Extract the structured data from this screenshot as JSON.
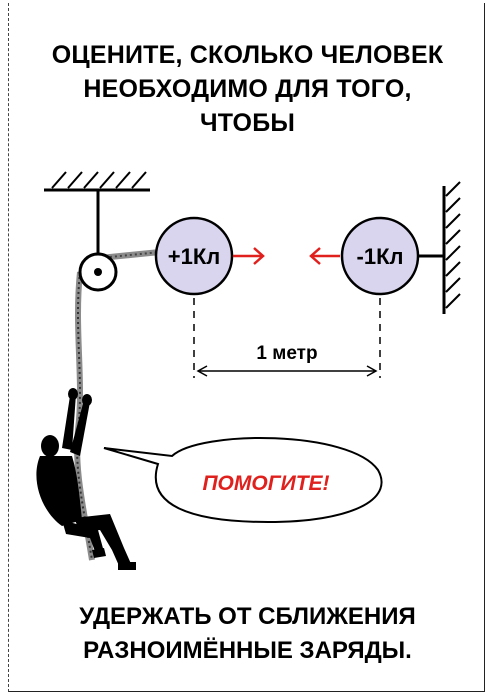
{
  "title": "ОЦЕНИТЕ, СКОЛЬКО ЧЕЛОВЕК\nНЕОБХОДИМО ДЛЯ ТОГО,\nЧТОБЫ",
  "charge_left": "+1Кл",
  "charge_right": "-1Кл",
  "distance_label": "1 метр",
  "speech": "ПОМОГИТЕ!",
  "footer": "УДЕРЖАТЬ ОТ СБЛИЖЕНИЯ\nРАЗНОИМЁННЫЕ ЗАРЯДЫ.",
  "colors": {
    "charge_fill": "#d9d5ee",
    "force_arrow": "#e0201c",
    "speech_text": "#e0201c",
    "rope": "#8c8c8c"
  }
}
